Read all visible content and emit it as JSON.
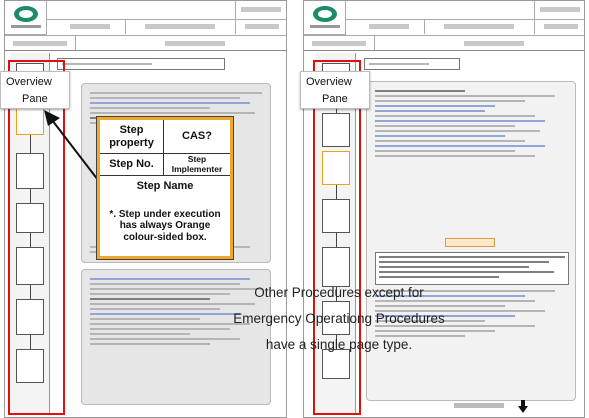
{
  "labels": {
    "overview_left_line1": "Overview",
    "overview_left_line2": "Pane",
    "overview_right_line1": "Overview",
    "overview_right_line2": "Pane"
  },
  "step_card": {
    "step_property": "Step property",
    "cas": "CAS?",
    "step_no": "Step No.",
    "step_implementer": "Step Implementer",
    "step_name": "Step Name",
    "note": "*.  Step under execution has always Orange colour-sided box."
  },
  "callout": {
    "line1": "Other Procedures except for",
    "line2": "Emergency Operationg Procedures",
    "line3": "have a single page type."
  },
  "colors": {
    "frame_red": "#e01010",
    "card_orange": "#f0a82a",
    "logo_green": "#1d8a6a"
  },
  "icons": {
    "pointer": "arrow-icon",
    "next_page": "down-arrow-icon"
  }
}
